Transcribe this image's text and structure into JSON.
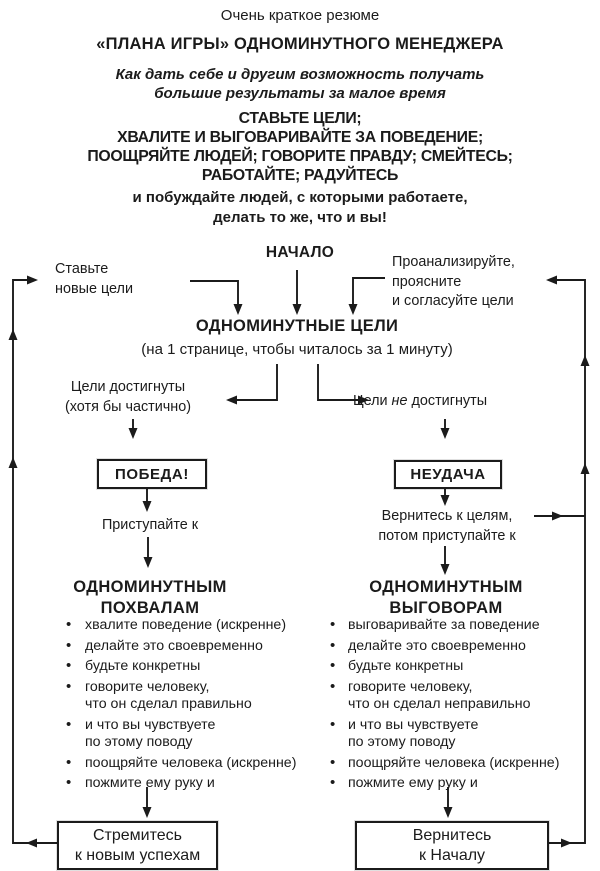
{
  "colors": {
    "ink": "#1b1b1b",
    "paper": "#ffffff"
  },
  "header": {
    "title_small": "Очень краткое резюме",
    "title_main": "«ПЛАНА ИГРЫ» ОДНОМИНУТНОГО МЕНЕДЖЕРА",
    "subtitle": [
      "Как дать себе и другим возможность получать",
      "большие результаты за малое время"
    ],
    "creed": [
      "СТАВЬТЕ ЦЕЛИ;",
      "ХВАЛИТЕ И ВЫГОВАРИВАЙТЕ ЗА ПОВЕДЕНИЕ;",
      "ПООЩРЯЙТЕ ЛЮДЕЙ; ГОВОРИТЕ ПРАВДУ; СМЕЙТЕСЬ;",
      "РАБОТАЙТЕ; РАДУЙТЕСЬ"
    ],
    "call": [
      "и побуждайте людей, с которыми работаете,",
      "делать то же, что и вы!"
    ]
  },
  "flow": {
    "start": "НАЧАЛО",
    "set_new_goals": [
      "Ставьте",
      "новые цели"
    ],
    "analyze": [
      "Проанализируйте,",
      "проясните",
      "и согласуйте цели"
    ],
    "one_minute_goals": "ОДНОМИНУТНЫЕ ЦЕЛИ",
    "goals_note": "(на 1 странице, чтобы читалось за 1 минуту)",
    "achieved": [
      "Цели достигнуты",
      "(хотя бы частично)"
    ],
    "not_achieved": {
      "pre": "Цели ",
      "emph": "не",
      "post": " достигнуты"
    },
    "win": "ПОБЕДА!",
    "fail": "НЕУДАЧА",
    "proceed": "Приступайте к",
    "return_to_goals": [
      "Вернитесь к целям,",
      "потом приступайте к"
    ],
    "praise_heading": [
      "ОДНОМИНУТНЫМ",
      "ПОХВАЛАМ"
    ],
    "praise_items": [
      "хвалите поведение (искренне)",
      "делайте это своевременно",
      "будьте конкретны",
      "говорите человеку,\nчто он сделал правильно",
      "и что вы чувствуете\nпо этому поводу",
      "поощряйте человека (искренне)",
      "пожмите ему руку и"
    ],
    "reprimand_heading": [
      "ОДНОМИНУТНЫМ",
      "ВЫГОВОРАМ"
    ],
    "reprimand_items": [
      "выговаривайте за поведение",
      "делайте это своевременно",
      "будьте конкретны",
      "говорите человеку,\nчто он сделал неправильно",
      "и что вы чувствуете\nпо этому поводу",
      "поощряйте человека (искренне)",
      "пожмите ему руку и"
    ],
    "strive_box": [
      "Стремитесь",
      "к новым успехам"
    ],
    "return_box": [
      "Вернитесь",
      "к Началу"
    ]
  }
}
